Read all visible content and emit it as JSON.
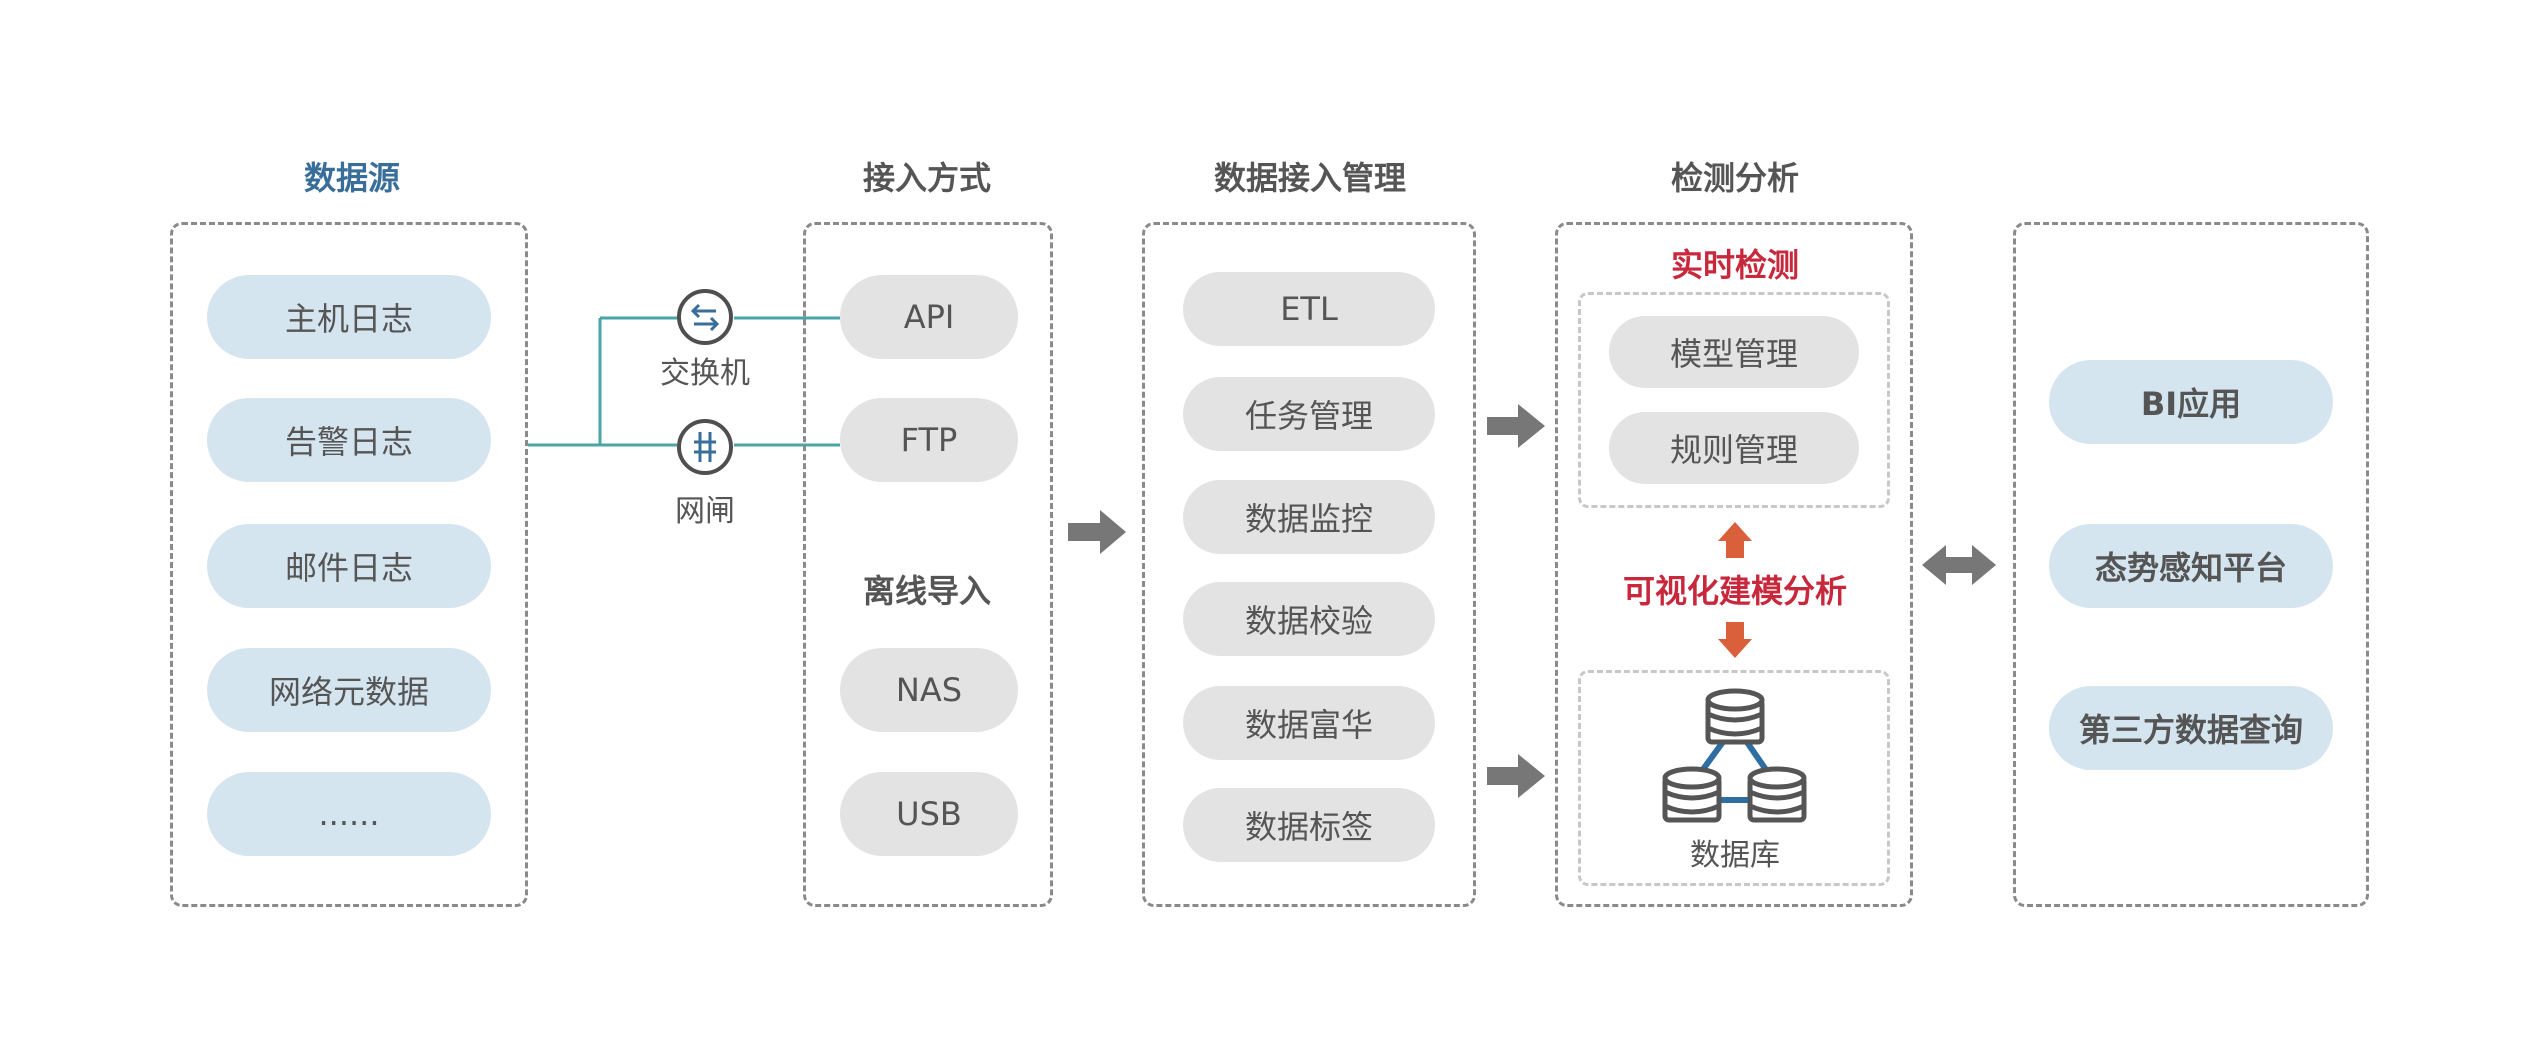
{
  "columns": {
    "source": {
      "title": "数据源",
      "items": [
        "主机日志",
        "告警日志",
        "邮件日志",
        "网络元数据",
        "......"
      ]
    },
    "access": {
      "title": "接入方式",
      "online_items": [
        "API",
        "FTP"
      ],
      "offline_title": "离线导入",
      "offline_items": [
        "NAS",
        "USB"
      ]
    },
    "management": {
      "title": "数据接入管理",
      "items": [
        "ETL",
        "任务管理",
        "数据监控",
        "数据校验",
        "数据富华",
        "数据标签"
      ]
    },
    "analysis": {
      "title": "检测分析",
      "realtime_title": "实时检测",
      "realtime_items": [
        "模型管理",
        "规则管理"
      ],
      "visual_title": "可视化建模分析",
      "database_label": "数据库"
    },
    "apps": {
      "items": [
        "BI应用",
        "态势感知平台",
        "第三方数据查询"
      ]
    }
  },
  "devices": {
    "switch_label": "交换机",
    "gateway_label": "网闸",
    "switch_icon": "switch-icon",
    "gateway_icon": "gateway-icon"
  },
  "colors": {
    "source_pill": "#d5e5ef",
    "grey_pill": "#e3e3e3",
    "accent_red": "#c8283c",
    "arrow_orange": "#d9603a",
    "connector_teal": "#4aa6a6",
    "title_blue": "#3a6e9a",
    "database_blue": "#2f6ea3"
  }
}
